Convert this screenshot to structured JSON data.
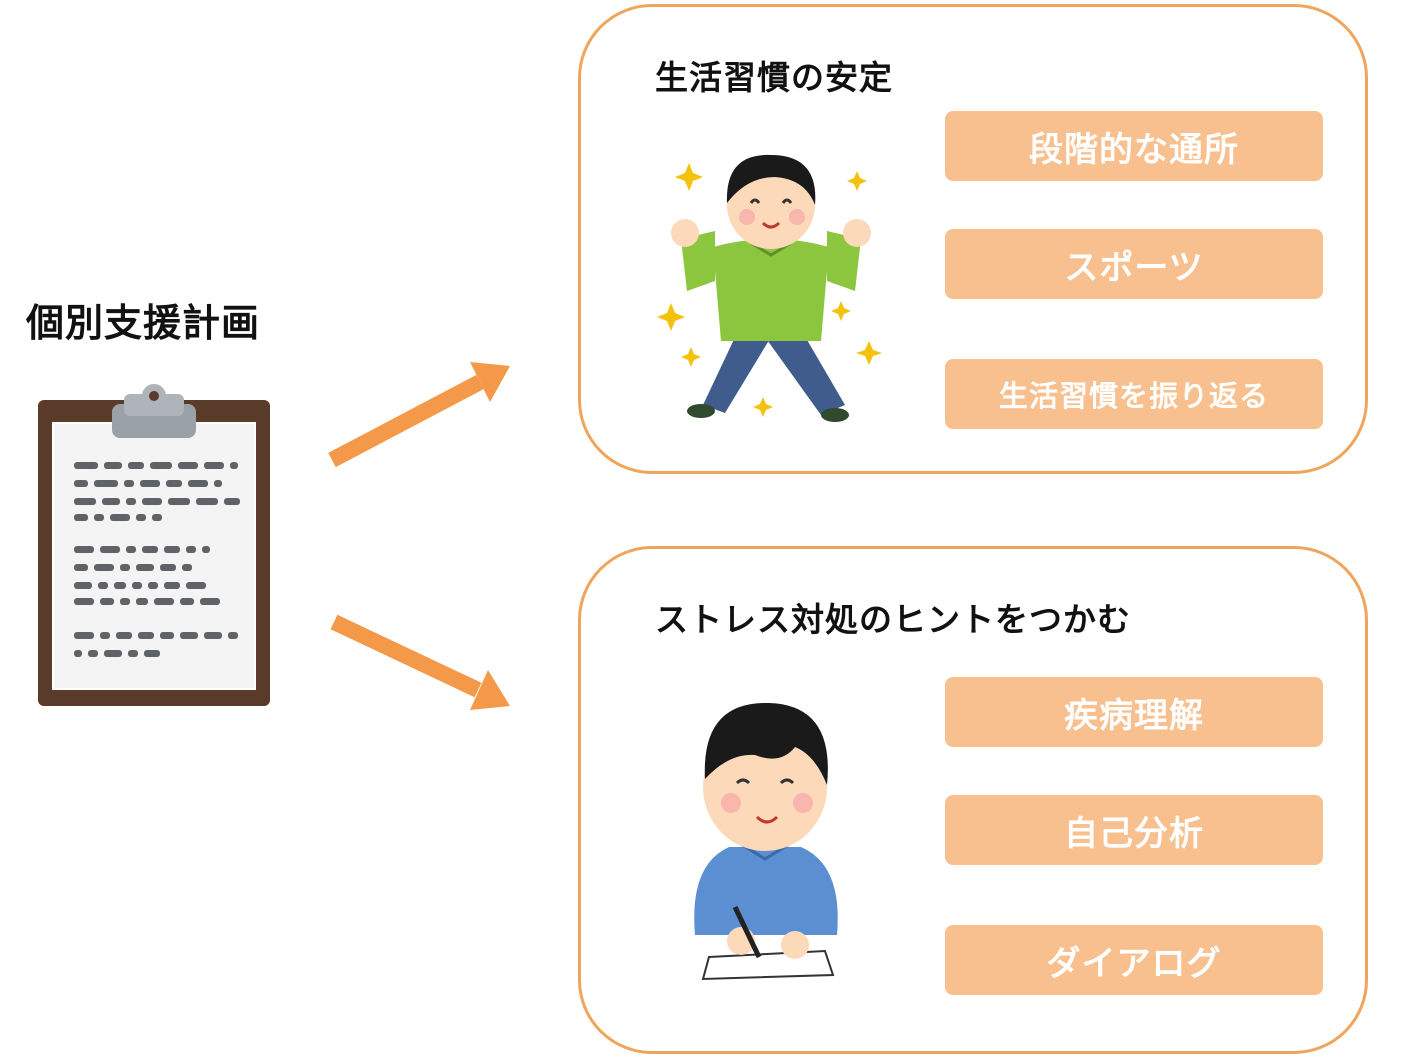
{
  "main_title": "個別支援計画",
  "panel_top": {
    "title": "生活習慣の安定",
    "items": [
      "段階的な通所",
      "スポーツ",
      "生活習慣を振り返る"
    ]
  },
  "panel_bottom": {
    "title": "ストレス対処のヒントをつかむ",
    "items": [
      "疾病理解",
      "自己分析",
      "ダイアログ"
    ]
  },
  "colors": {
    "panel_border": "#f0a55a",
    "pill_fill": "#f8c08e",
    "arrow": "#f4994a"
  },
  "icons": [
    "clipboard-icon",
    "cheering-boy-icon",
    "studying-boy-icon",
    "sparkle-icon",
    "arrow-icon"
  ]
}
